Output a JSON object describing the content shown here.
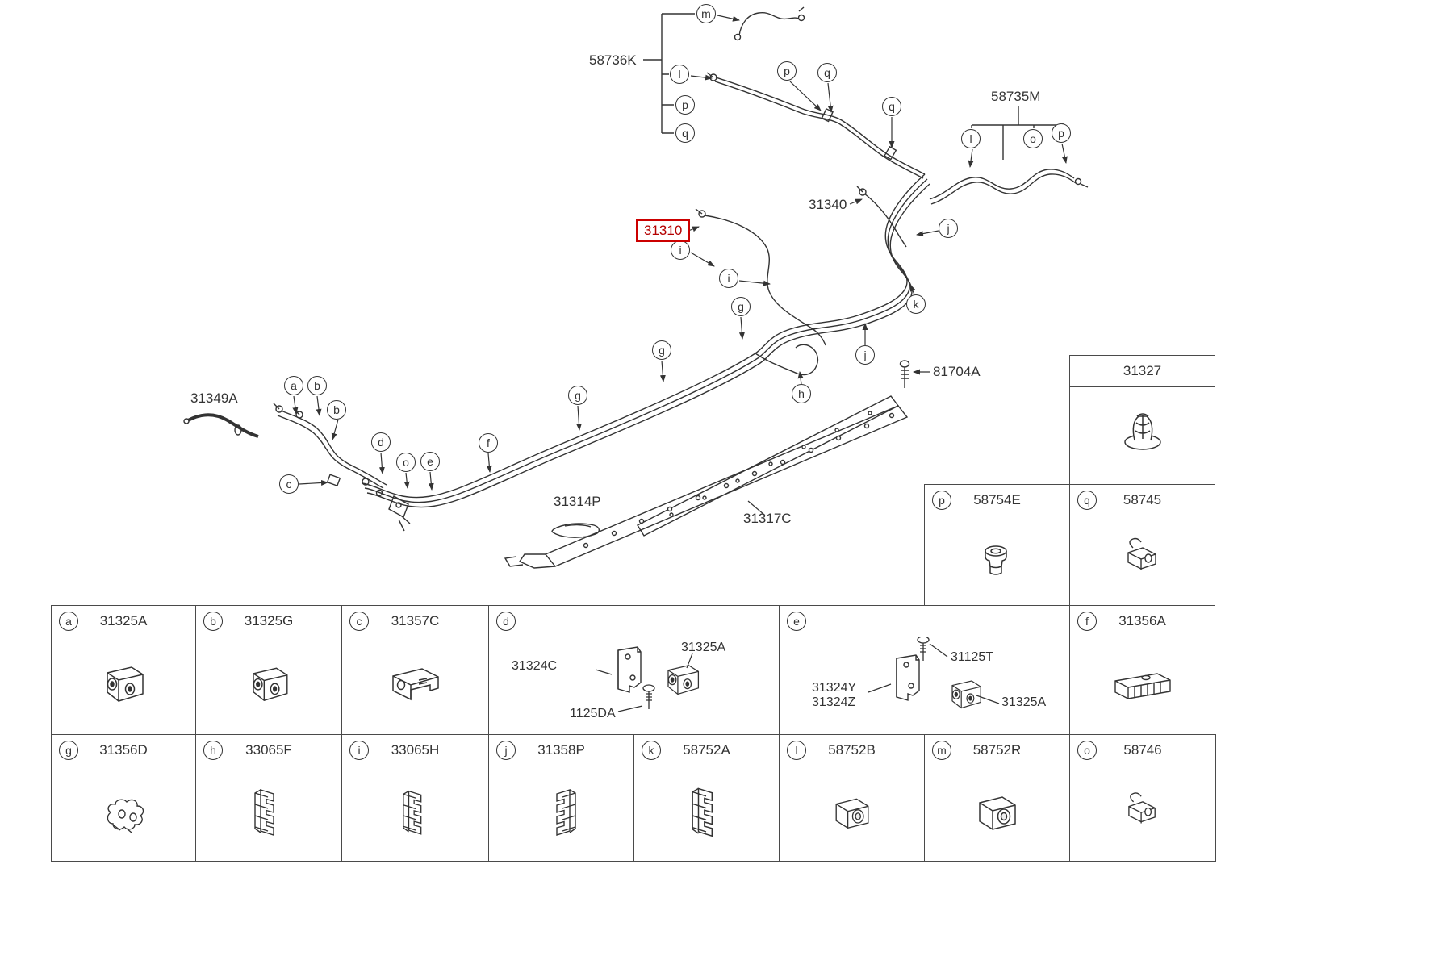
{
  "colors": {
    "line": "#333333",
    "highlight_border": "#cc0000",
    "highlight_text": "#b40000"
  },
  "diagram": {
    "labels": {
      "p58736K": "58736K",
      "p58735M": "58735M",
      "p31340": "31340",
      "p31310": "31310",
      "p31349A": "31349A",
      "p81704A": "81704A",
      "p31314P": "31314P",
      "p31317C": "31317C"
    },
    "callouts": [
      "m",
      "l",
      "p",
      "q",
      "p",
      "q",
      "q",
      "l",
      "o",
      "p",
      "j",
      "i",
      "i",
      "k",
      "g",
      "j",
      "g",
      "g",
      "h",
      "a",
      "b",
      "b",
      "c",
      "d",
      "o",
      "e",
      "f"
    ]
  },
  "table": {
    "cells": {
      "t31327": {
        "part": "31327"
      },
      "p": {
        "letter": "p",
        "part": "58754E"
      },
      "q": {
        "letter": "q",
        "part": "58745"
      },
      "a": {
        "letter": "a",
        "part": "31325A"
      },
      "b": {
        "letter": "b",
        "part": "31325G"
      },
      "c": {
        "letter": "c",
        "part": "31357C"
      },
      "d": {
        "letter": "d",
        "labels": {
          "l1": "31324C",
          "l2": "31325A",
          "l3": "1125DA"
        }
      },
      "e": {
        "letter": "e",
        "labels": {
          "l1": "31324Y",
          "l2": "31324Z",
          "l3": "31125T",
          "l4": "31325A"
        }
      },
      "f": {
        "letter": "f",
        "part": "31356A"
      },
      "g": {
        "letter": "g",
        "part": "31356D"
      },
      "h": {
        "letter": "h",
        "part": "33065F"
      },
      "i": {
        "letter": "i",
        "part": "33065H"
      },
      "j": {
        "letter": "j",
        "part": "31358P"
      },
      "k": {
        "letter": "k",
        "part": "58752A"
      },
      "l": {
        "letter": "l",
        "part": "58752B"
      },
      "m": {
        "letter": "m",
        "part": "58752R"
      },
      "o": {
        "letter": "o",
        "part": "58746"
      }
    }
  }
}
